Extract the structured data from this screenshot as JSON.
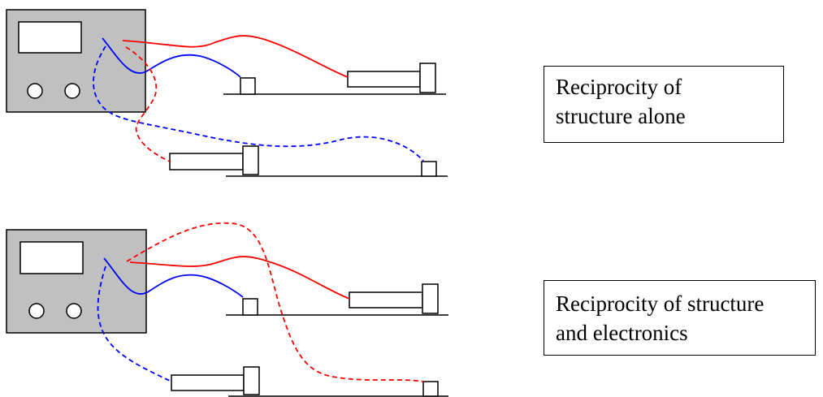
{
  "colors": {
    "instrument_fill": "#c0c0c0",
    "outline": "#000000",
    "red_cable": "#ff0000",
    "blue_cable": "#0000ff",
    "background": "#ffffff"
  },
  "labels": {
    "top": {
      "line1": "Reciprocity of",
      "line2": "structure alone"
    },
    "bottom": {
      "line1": "Reciprocity of structure",
      "line2": "and electronics"
    }
  },
  "icons": {
    "instrument": "oscilloscope-analyzer",
    "knob": "circle-knob",
    "shaker": "shaker-exciter",
    "sensor": "accelerometer"
  }
}
